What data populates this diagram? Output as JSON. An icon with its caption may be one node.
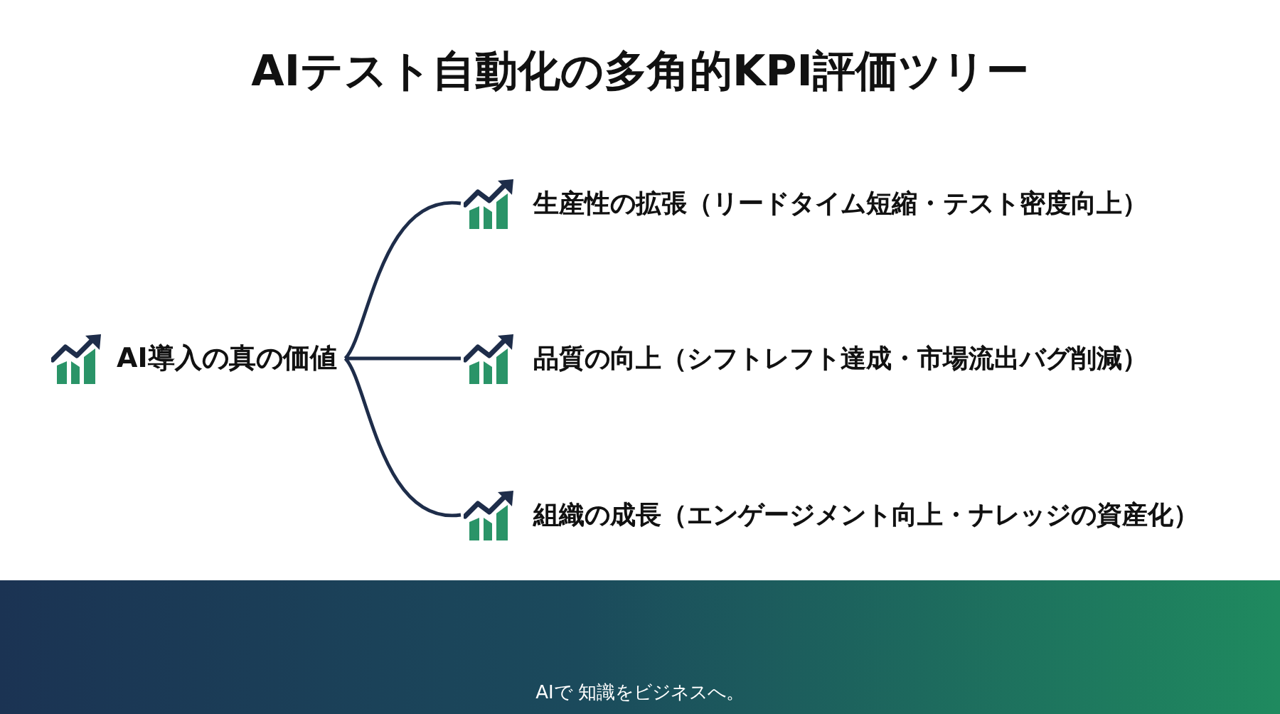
{
  "diagram": {
    "title": "AIテスト自動化の多角的KPI評価ツリー",
    "nodes": [
      {
        "text": [
          "AI導入の真の価値"
        ]
      },
      {
        "text": [
          "生産性の拡張（リードタイム短縮・テスト密度向上）"
        ]
      },
      {
        "text": [
          "品質の向上（シフトレフト達成・市場流出バグ削減）"
        ]
      },
      {
        "text": [
          "組織の成長（エンゲージメント向上・ナレッジの資産化）"
        ]
      }
    ],
    "edges": [
      {
        "from": 0,
        "to": 1,
        "arrow": "none"
      },
      {
        "from": 0,
        "to": 2,
        "arrow": "none"
      },
      {
        "from": 0,
        "to": 3,
        "arrow": "none"
      }
    ],
    "labels": [
      "AIで 知識をビジネスへ。"
    ]
  }
}
